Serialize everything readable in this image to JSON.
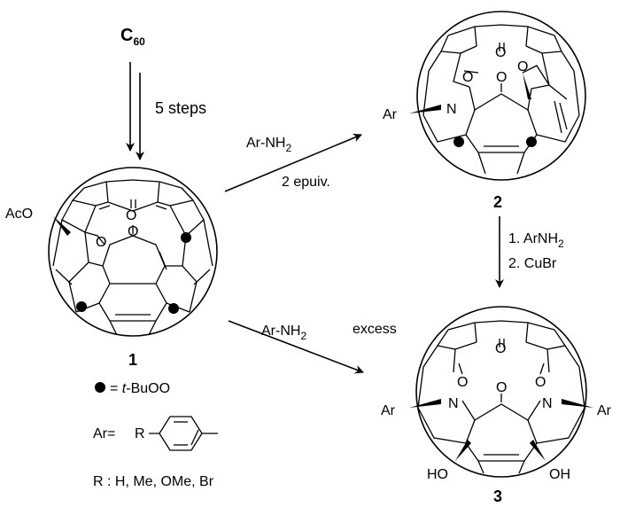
{
  "reactant": {
    "name": "C",
    "sub": "60"
  },
  "step1": {
    "label": "5 steps"
  },
  "compounds": [
    {
      "id": "1",
      "label": "1"
    },
    {
      "id": "2",
      "label": "2"
    },
    {
      "id": "3",
      "label": "3"
    }
  ],
  "substituents": {
    "aco": "AcO",
    "ar": "Ar",
    "oh": "HO",
    "oh2": "OH",
    "n": "N",
    "o": "O"
  },
  "arrow_1_to_2": {
    "reagent_main": "Ar-NH",
    "reagent_sub": "2",
    "condition": "2 epuiv."
  },
  "arrow_2_to_3": {
    "line1_main": "1. ArNH",
    "line1_sub": "2",
    "line2": "2. CuBr"
  },
  "arrow_1_to_3": {
    "reagent_main": "Ar-NH",
    "reagent_sub": "2",
    "condition": "excess"
  },
  "legend": {
    "dot_meaning": "= ",
    "dot_italic": "t",
    "dot_rest": "-BuOO",
    "ar_def": "Ar=",
    "r_label": "R",
    "r_options": "R : H, Me, OMe, Br"
  }
}
